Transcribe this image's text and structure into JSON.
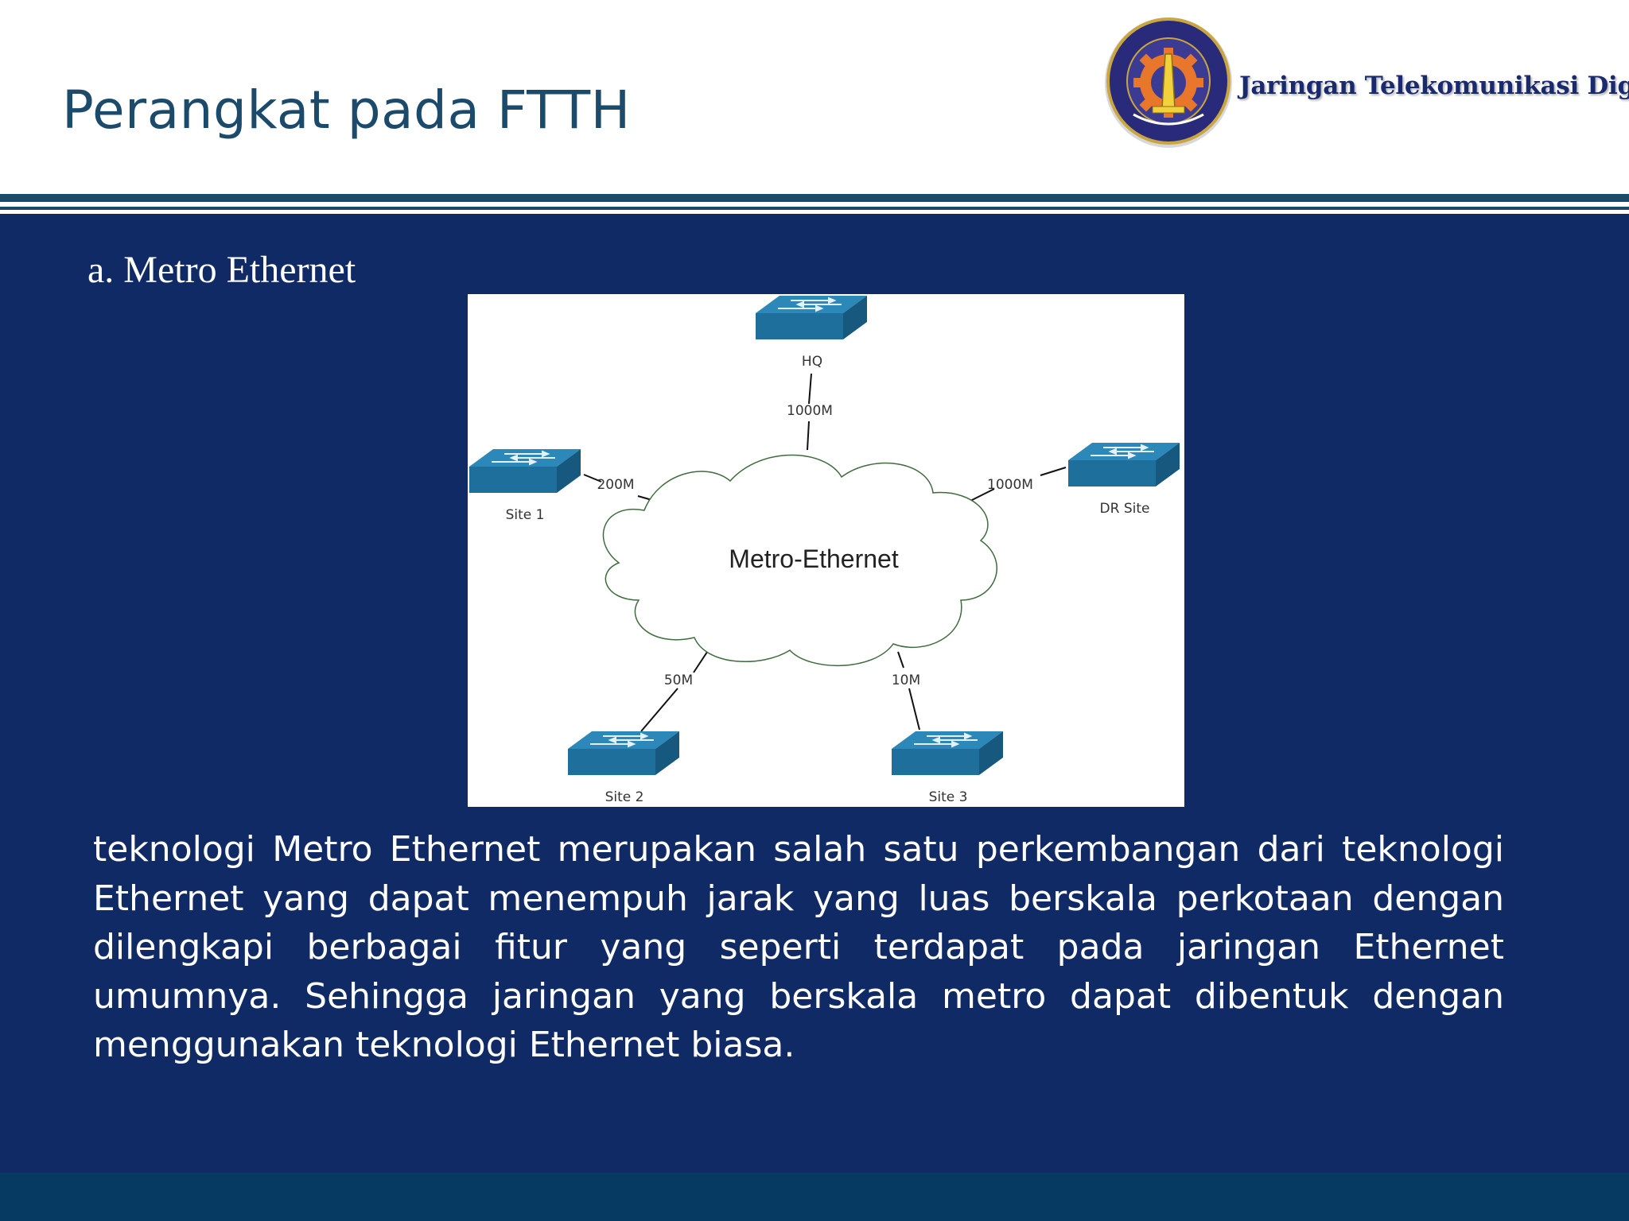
{
  "slide": {
    "title": "Perangkat pada FTTH",
    "brand": "Jaringan Telekomunikasi Digital",
    "subtitle": "a. Metro Ethernet",
    "body": "teknologi Metro Ethernet merupakan salah satu perkembangan dari teknologi Ethernet yang dapat menempuh jarak yang luas berskala perkotaan dengan dilengkapi berbagai fitur yang seperti terdapat pada jaringan Ethernet umumnya. Sehingga jaringan yang berskala metro dapat dibentuk dengan menggunakan teknologi Ethernet biasa."
  },
  "diagram": {
    "cloud_label": "Metro-Ethernet",
    "nodes": [
      {
        "label": "HQ",
        "link": "1000M"
      },
      {
        "label": "Site 1",
        "link": "200M"
      },
      {
        "label": "DR Site",
        "link": "1000M"
      },
      {
        "label": "Site 2",
        "link": "50M"
      },
      {
        "label": "Site 3",
        "link": "10M"
      }
    ]
  },
  "colors": {
    "title": "#1b4a6b",
    "main_background": "#102a66",
    "rule": "#1a4a66",
    "footer": "#073a62",
    "switch_front": "#1f6f9c",
    "switch_top": "#2c88b8",
    "switch_side": "#17597e"
  }
}
